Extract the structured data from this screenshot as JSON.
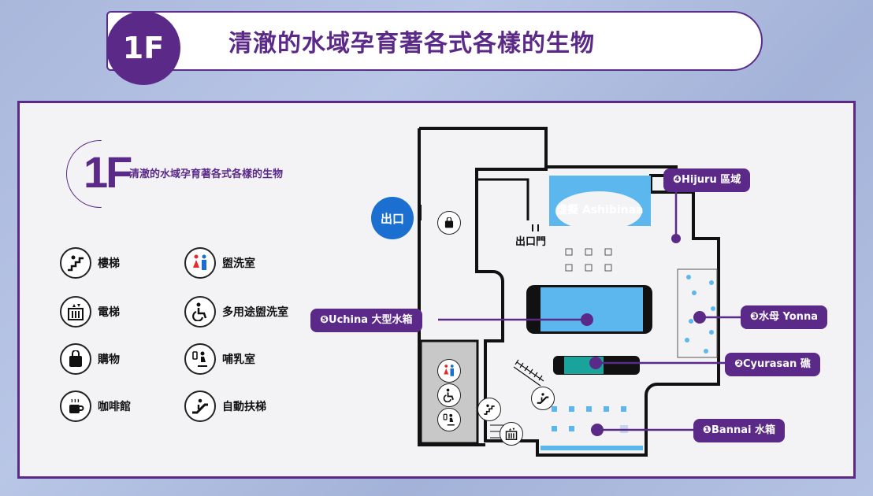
{
  "header": {
    "floor": "1F",
    "title": "清澈的水域孕育著各式各樣的生物"
  },
  "legend": {
    "floor": "1F",
    "subtitle": "清澈的水域孕育著各式各樣的生物",
    "items": [
      {
        "label": "樓梯",
        "icon": "stairs-icon",
        "glyph": "⛶"
      },
      {
        "label": "盥洗室",
        "icon": "restroom-icon",
        "glyph": "🚻"
      },
      {
        "label": "電梯",
        "icon": "elevator-icon",
        "glyph": "⇅"
      },
      {
        "label": "多用途盥洗室",
        "icon": "accessible-restroom-icon",
        "glyph": "♿"
      },
      {
        "label": "購物",
        "icon": "shopping-bag-icon",
        "glyph": ""
      },
      {
        "label": "哺乳室",
        "icon": "nursing-room-icon",
        "glyph": "🍼"
      },
      {
        "label": "咖啡館",
        "icon": "coffee-cup-icon",
        "glyph": "☕"
      },
      {
        "label": "自動扶梯",
        "icon": "escalator-icon",
        "glyph": "⤴"
      }
    ]
  },
  "map": {
    "exit_badge": "出口",
    "exit_gate": "出口門",
    "virtual_area": "虛擬 Ashibinaa",
    "callouts": {
      "hijuru": "❹Hijuru 區域",
      "yonna": "❸水母 Yonna",
      "cyurasan": "❷Cyurasan 礁",
      "bannai": "❶Bannai 水箱",
      "uchina": "❺Uchina 大型水箱"
    }
  },
  "colors": {
    "brand": "#5b2a88",
    "water": "#5bb7ee",
    "teal": "#1aa39a",
    "exit": "#1a6fd0"
  }
}
